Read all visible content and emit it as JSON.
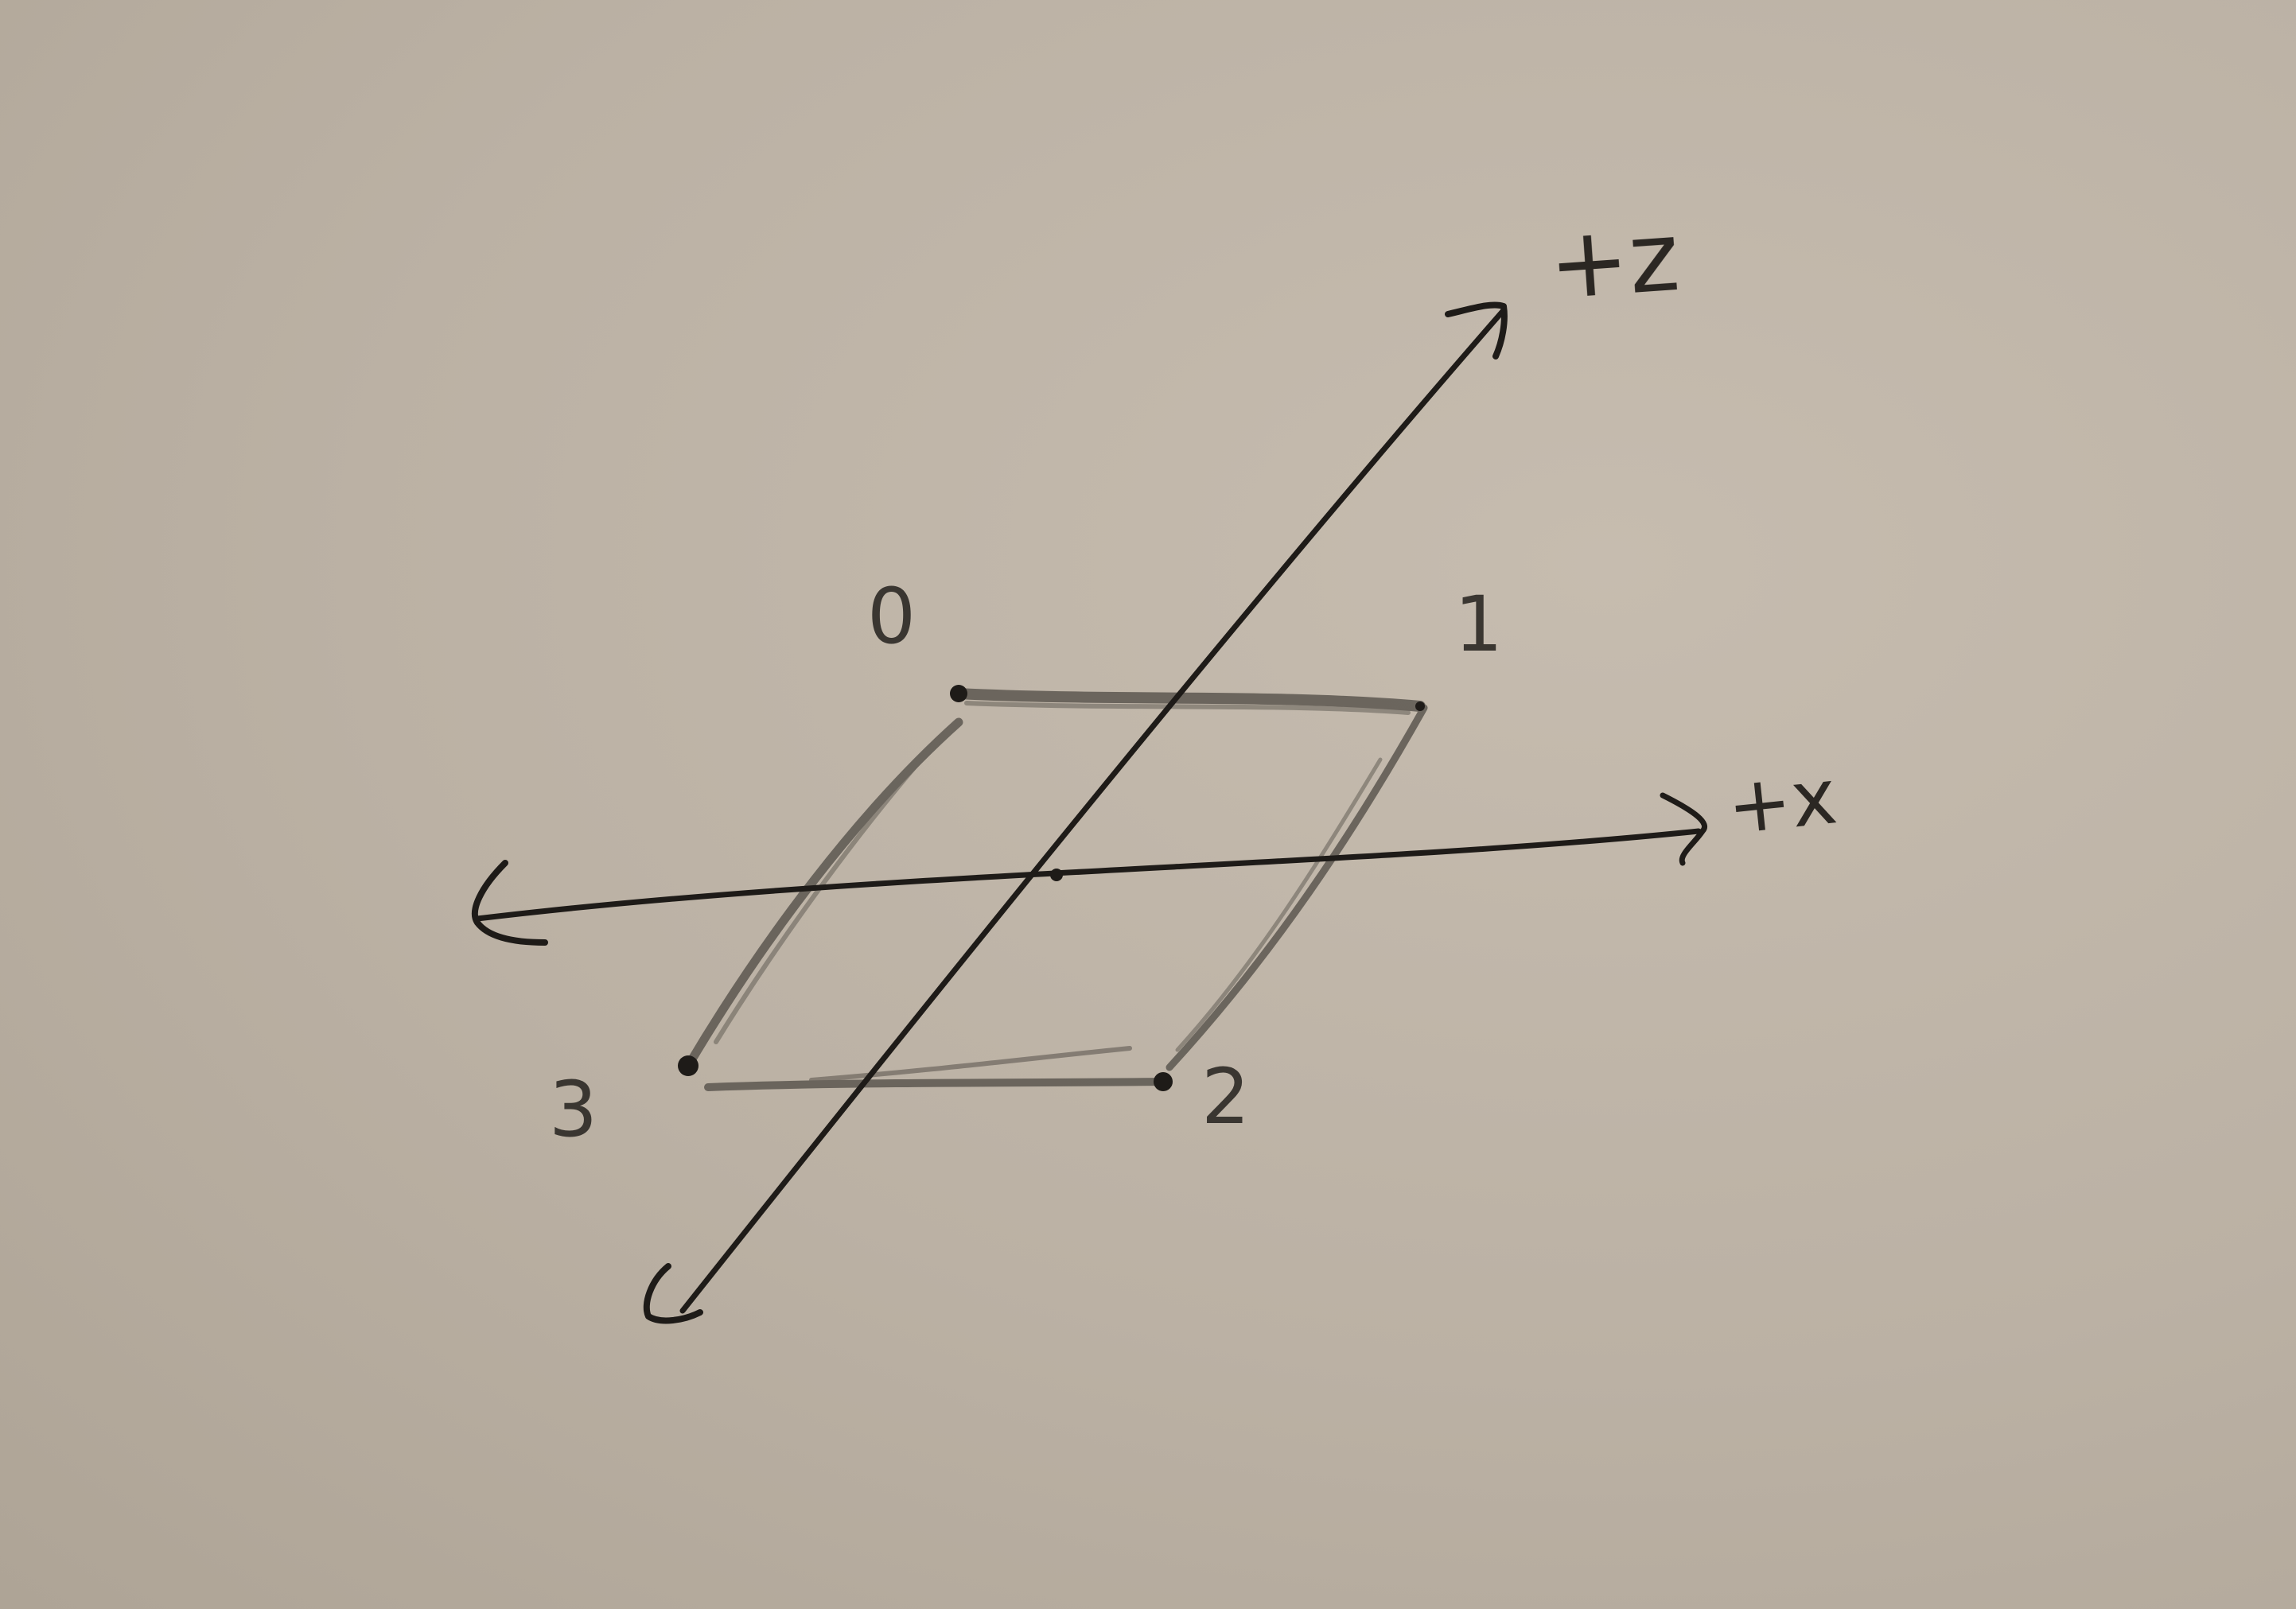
{
  "axes": {
    "z_label": "+z",
    "x_label": "+x"
  },
  "vertices": [
    {
      "label": "0"
    },
    {
      "label": "1"
    },
    {
      "label": "2"
    },
    {
      "label": "3"
    }
  ],
  "colors": {
    "paper": "#bcb2a5",
    "ink": "#1e1b18",
    "pencil": "#5c5750"
  }
}
